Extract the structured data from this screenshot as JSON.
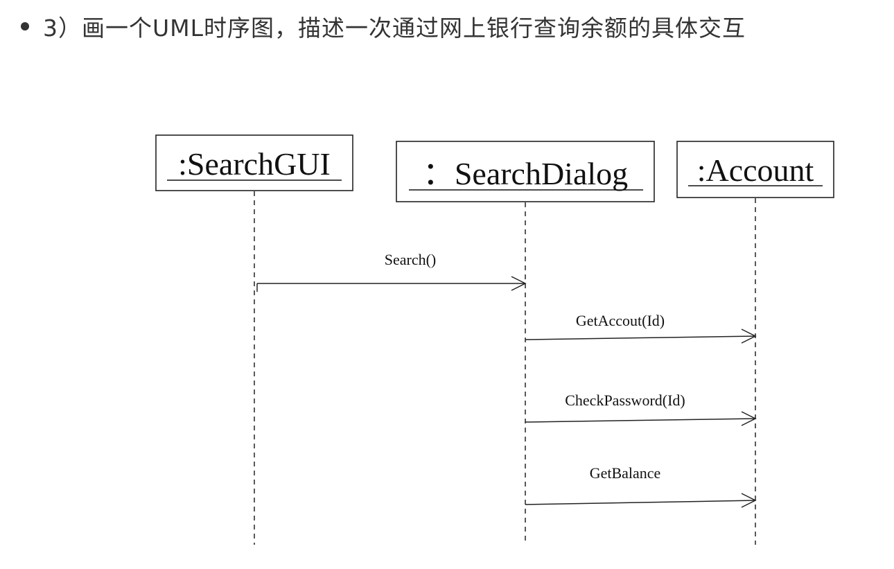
{
  "heading": {
    "bullet_icon": "bullet-dot-icon",
    "text": "3）画一个UML时序图，描述一次通过网上银行查询余额的具体交互"
  },
  "diagram": {
    "type": "uml-sequence",
    "objects": [
      {
        "id": "gui",
        "label": ":SearchGUI"
      },
      {
        "id": "dialog",
        "label": "：SearchDialog"
      },
      {
        "id": "account",
        "label": ":Account"
      }
    ],
    "messages": [
      {
        "from": "gui",
        "to": "dialog",
        "label": "Search()"
      },
      {
        "from": "dialog",
        "to": "account",
        "label": "GetAccout(Id)"
      },
      {
        "from": "dialog",
        "to": "account",
        "label": "CheckPassword(Id)"
      },
      {
        "from": "dialog",
        "to": "account",
        "label": "GetBalance"
      }
    ]
  }
}
